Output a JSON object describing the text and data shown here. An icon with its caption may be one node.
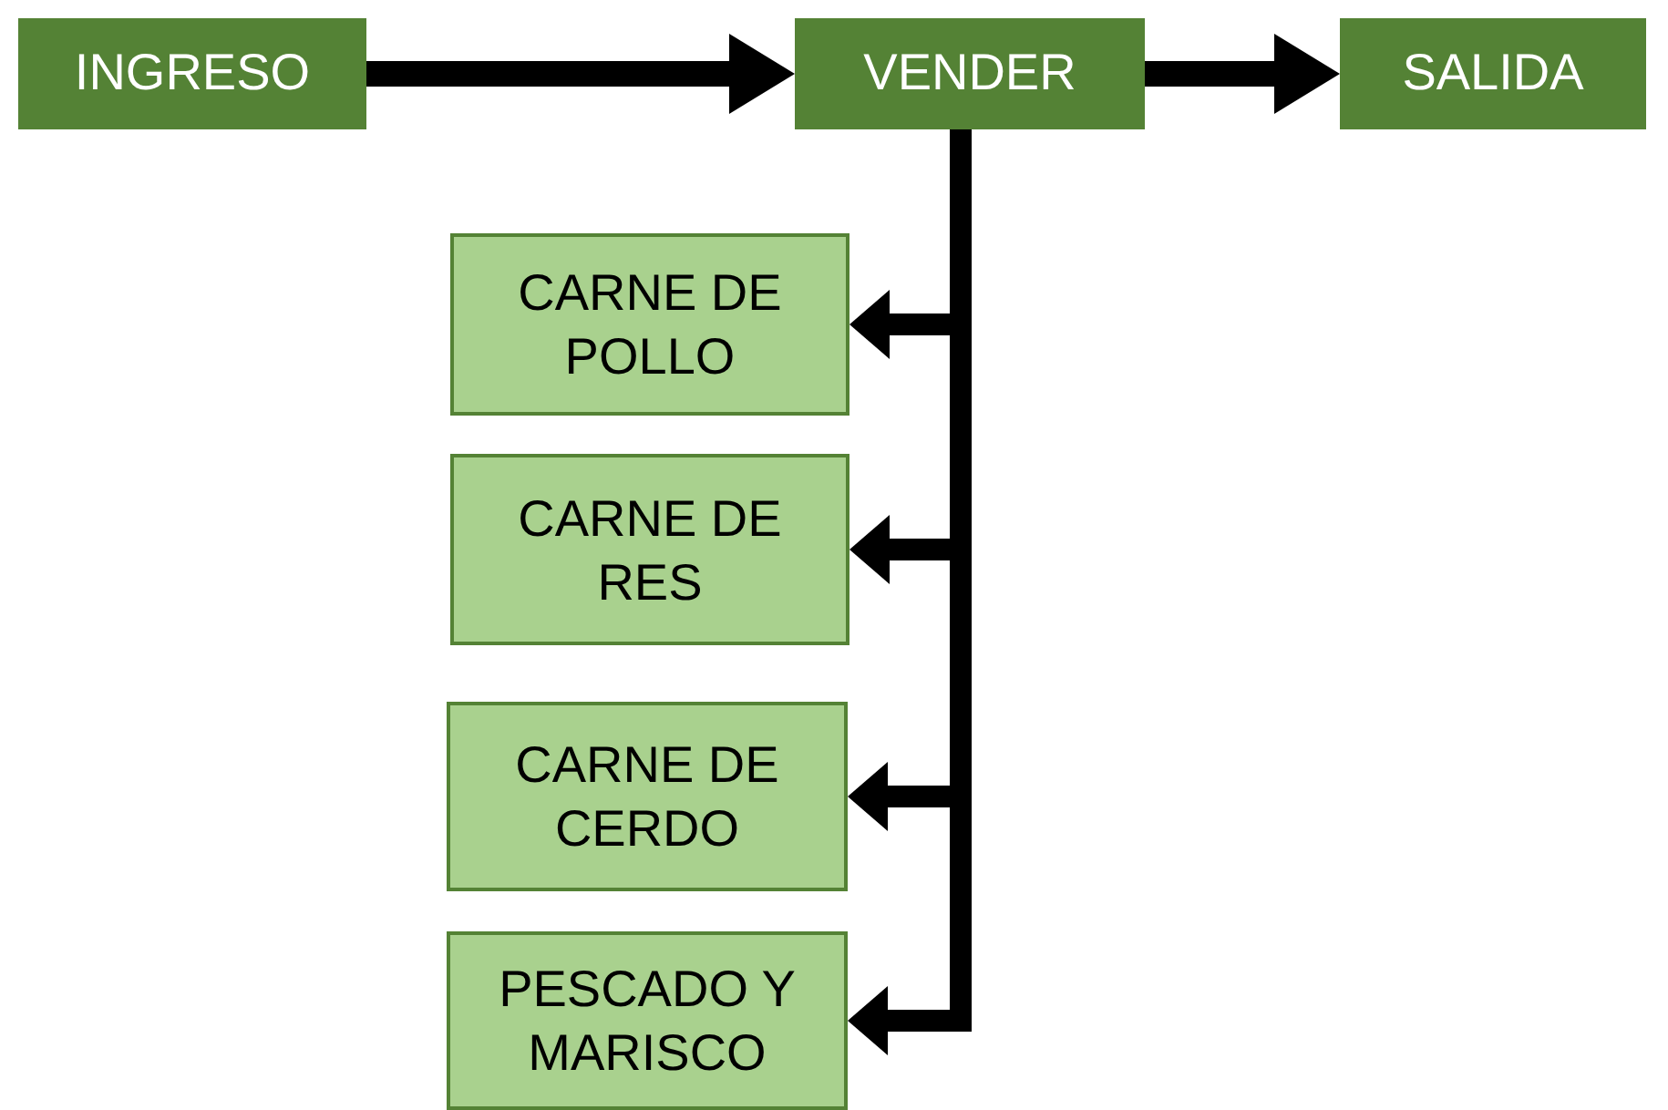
{
  "diagram": {
    "nodes": [
      {
        "text": [
          "INGRESO"
        ]
      },
      {
        "text": [
          "VENDER"
        ]
      },
      {
        "text": [
          "SALIDA"
        ]
      },
      {
        "text": [
          "CARNE DE POLLO"
        ]
      },
      {
        "text": [
          "CARNE DE RES"
        ]
      },
      {
        "text": [
          "CARNE DE CERDO"
        ]
      },
      {
        "text": [
          "PESCADO Y MARISCO"
        ]
      }
    ],
    "edges": [
      {
        "from": 0,
        "to": 1,
        "arrow": "to"
      },
      {
        "from": 1,
        "to": 2,
        "arrow": "to"
      },
      {
        "from": 1,
        "to": 3,
        "arrow": "to"
      },
      {
        "from": 1,
        "to": 4,
        "arrow": "to"
      },
      {
        "from": 1,
        "to": 5,
        "arrow": "to"
      },
      {
        "from": 1,
        "to": 6,
        "arrow": "to"
      }
    ]
  }
}
